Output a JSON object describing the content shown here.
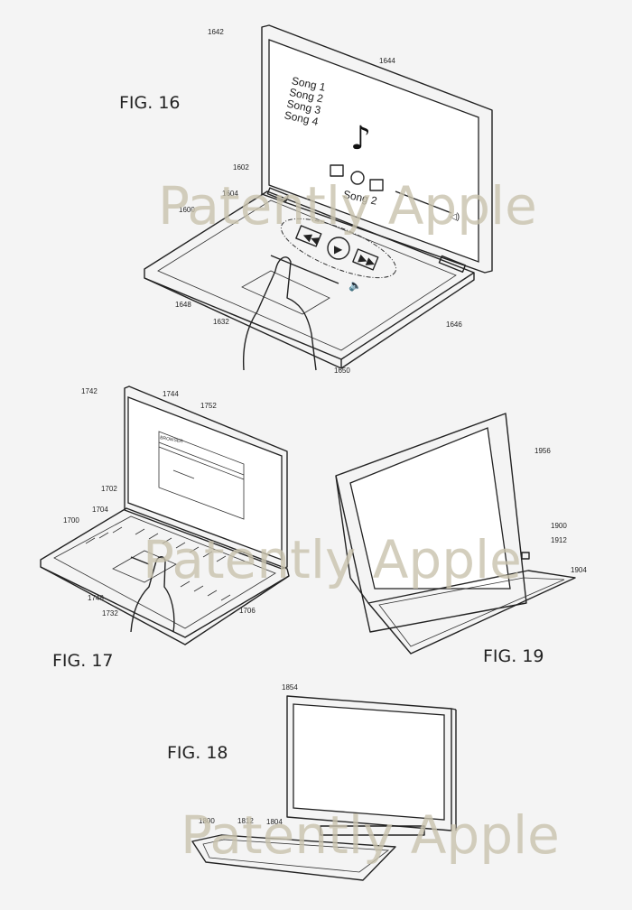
{
  "watermark": "Patently Apple",
  "fig16": {
    "title": "FIG. 16",
    "screen": {
      "songs": [
        "Song 1",
        "Song 2",
        "Song 3",
        "Song 4"
      ],
      "now_playing": "Song 2"
    },
    "labels": [
      "1642",
      "1644",
      "1602",
      "1604",
      "1600",
      "1648",
      "1632",
      "1650",
      "1646"
    ]
  },
  "fig17": {
    "title": "FIG. 17",
    "browser_title": "BROWSER",
    "labels": [
      "1742",
      "1744",
      "1752",
      "1702",
      "1704",
      "1700",
      "1748",
      "1732",
      "1706"
    ]
  },
  "fig18": {
    "title": "FIG. 18",
    "labels": [
      "1854",
      "1800",
      "1812",
      "1804"
    ]
  },
  "fig19": {
    "title": "FIG. 19",
    "labels": [
      "1956",
      "1900",
      "1912",
      "1904"
    ]
  }
}
